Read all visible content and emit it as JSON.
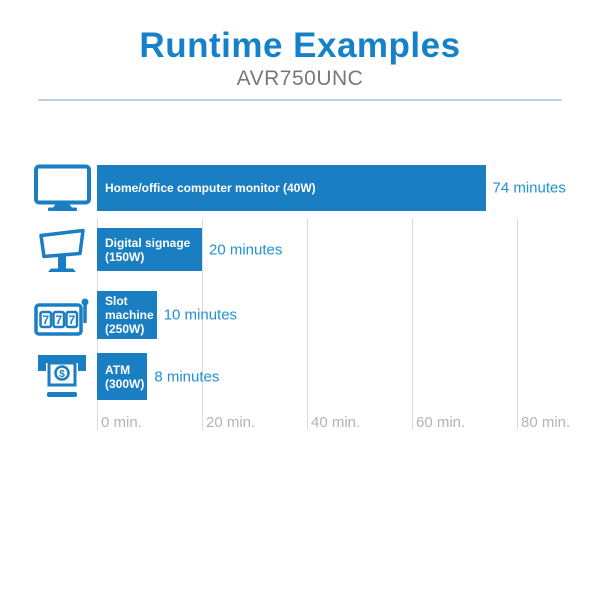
{
  "header": {
    "title": "Runtime Examples",
    "subtitle": "AVR750UNC"
  },
  "chart_data": {
    "type": "bar",
    "orientation": "horizontal",
    "title": "Runtime Examples",
    "subtitle": "AVR750UNC",
    "x_unit": "minutes",
    "xlim": [
      0,
      84
    ],
    "grid": "vertical-gridlines",
    "legend": "none",
    "x_ticks": [
      {
        "value": 0,
        "label": "0 min."
      },
      {
        "value": 20,
        "label": "20 min."
      },
      {
        "value": 40,
        "label": "40 min."
      },
      {
        "value": 60,
        "label": "60 min."
      },
      {
        "value": 80,
        "label": "80 min."
      }
    ],
    "bars": [
      {
        "device": "Home/office computer monitor",
        "watts": "40W",
        "minutes": 74,
        "value_label": "74 minutes",
        "label_lines": [
          "Home/office computer monitor (40W)"
        ],
        "icon": "computer-monitor-icon"
      },
      {
        "device": "Digital signage",
        "watts": "150W",
        "minutes": 20,
        "value_label": "20 minutes",
        "label_lines": [
          "Digital signage",
          "(150W)"
        ],
        "icon": "digital-signage-icon"
      },
      {
        "device": "Slot machine",
        "watts": "250W",
        "minutes": 10,
        "value_label": "10 minutes",
        "label_lines": [
          "Slot",
          "machine",
          "(250W)"
        ],
        "icon": "slot-machine-icon"
      },
      {
        "device": "ATM",
        "watts": "300W",
        "minutes": 8,
        "value_label": "8 minutes",
        "label_lines": [
          "ATM",
          "(300W)"
        ],
        "icon": "atm-icon"
      }
    ],
    "slot_reel_digit": "7",
    "atm_currency_symbol": "$",
    "colors": {
      "bar_fill": "#1a7ec3",
      "bar_text": "#ffffff",
      "value_text": "#2191d5",
      "title_text": "#1581c9",
      "subtitle_text": "#77787b",
      "tick_text": "#b2b4b6",
      "gridline": "#dcdcdd",
      "divider": "#bdd1e1",
      "icon_blue": "#1a7ec3"
    }
  }
}
